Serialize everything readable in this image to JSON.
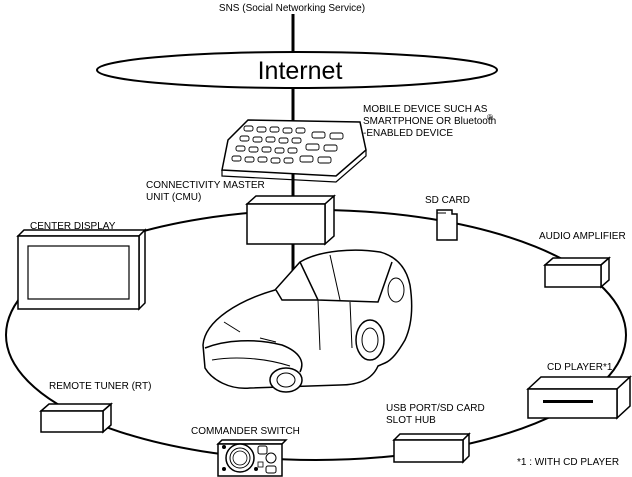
{
  "top_label": "SNS (Social Networking Service)",
  "internet_label": "Internet",
  "mobile_device": {
    "line1": "MOBILE DEVICE SUCH AS",
    "line2": "SMARTPHONE OR Bluetooth",
    "registered": "®",
    "line3": "-ENABLED DEVICE"
  },
  "cmu": {
    "line1": "CONNECTIVITY MASTER",
    "line2": "UNIT (CMU)"
  },
  "sd_card": "SD CARD",
  "center_display": "CENTER DISPLAY",
  "audio_amplifier": "AUDIO AMPLIFIER",
  "cd_player": "CD PLAYER*1",
  "remote_tuner": "REMOTE TUNER (RT)",
  "commander_switch": "COMMANDER SWITCH",
  "usb_hub": {
    "line1": "USB PORT/SD CARD",
    "line2": "SLOT HUB"
  },
  "footnote": "*1 : WITH CD PLAYER"
}
